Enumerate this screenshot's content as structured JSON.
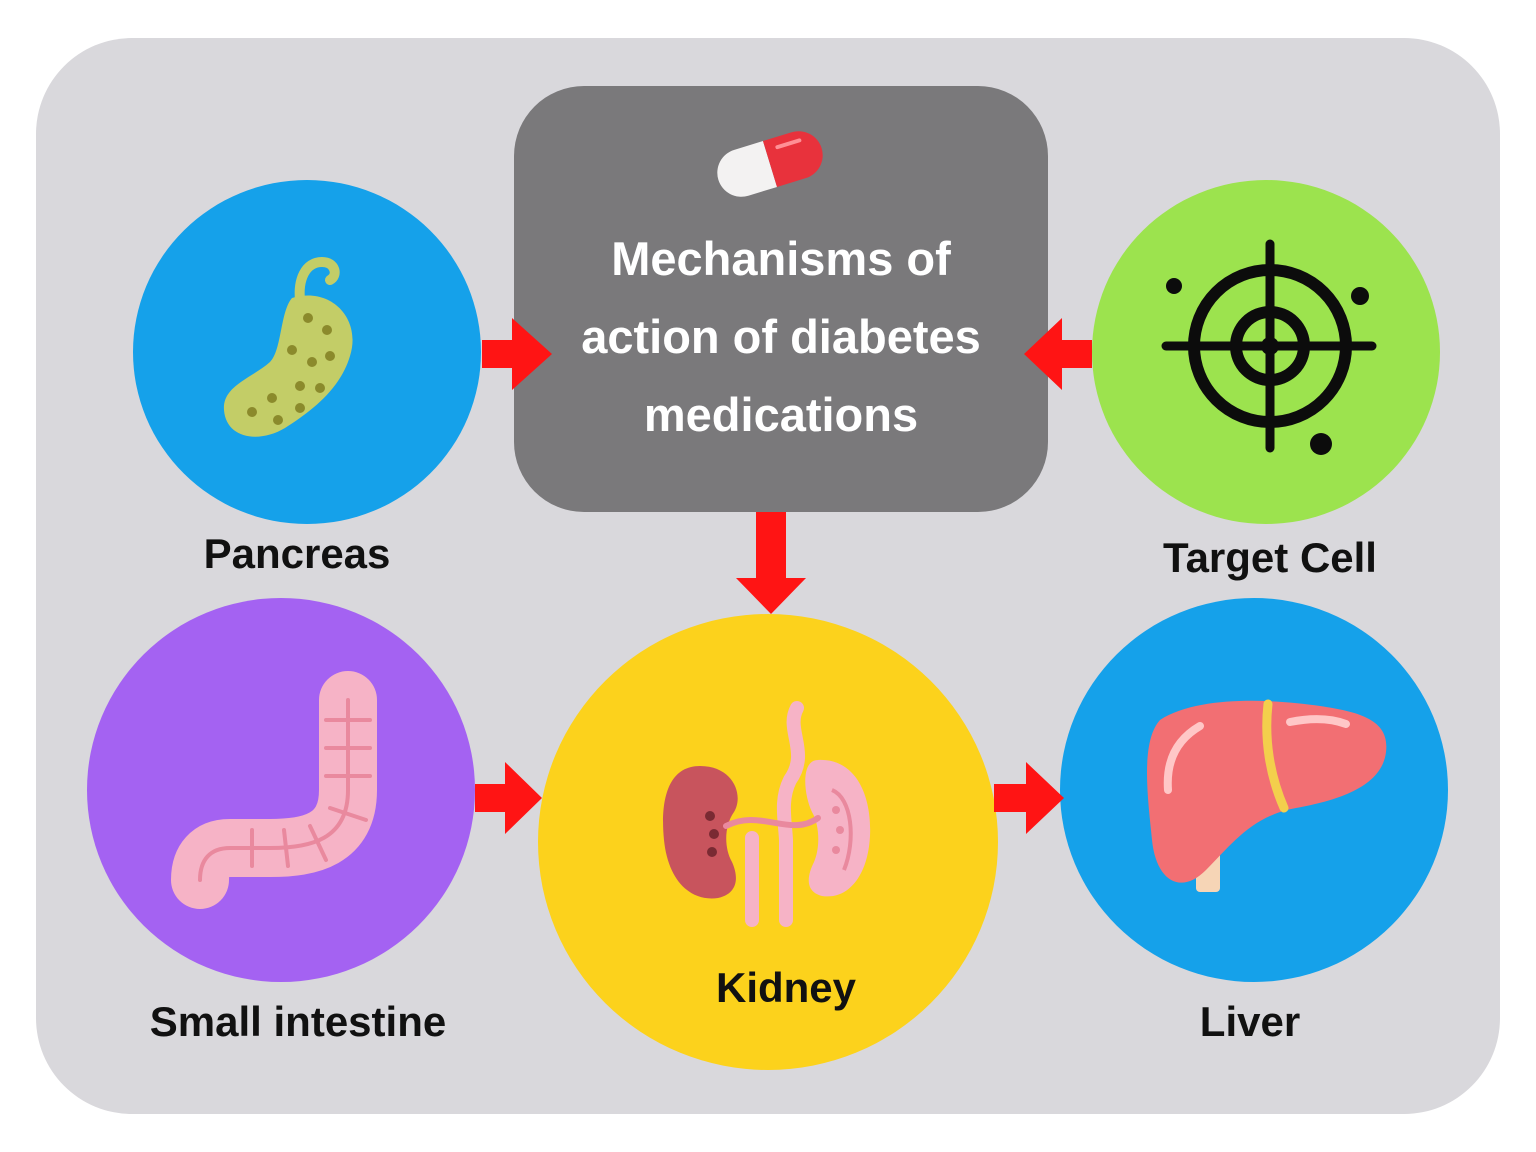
{
  "title_lines": [
    "Mechanisms of",
    "action of diabetes",
    "medications"
  ],
  "nodes": {
    "pancreas": {
      "label": "Pancreas",
      "color": "#15a1ea",
      "icon": "pancreas-icon"
    },
    "target_cell": {
      "label": "Target Cell",
      "color": "#9ce34e",
      "icon": "target-icon"
    },
    "small_intestine": {
      "label": "Small intestine",
      "color": "#a462f2",
      "icon": "intestine-icon"
    },
    "kidney": {
      "label": "Kidney",
      "color": "#fcd21c",
      "icon": "kidneys-icon"
    },
    "liver": {
      "label": "Liver",
      "color": "#15a1ea",
      "icon": "liver-icon"
    }
  },
  "center": {
    "color": "#7a797b",
    "icon": "pill-icon"
  },
  "colors": {
    "background": "#d9d8dc",
    "arrow": "#ff1414"
  },
  "connections": [
    {
      "from": "pancreas",
      "to": "center"
    },
    {
      "from": "target_cell",
      "to": "center"
    },
    {
      "from": "center",
      "to": "kidney"
    },
    {
      "from": "small_intestine",
      "to": "kidney"
    },
    {
      "from": "kidney",
      "to": "liver"
    }
  ]
}
